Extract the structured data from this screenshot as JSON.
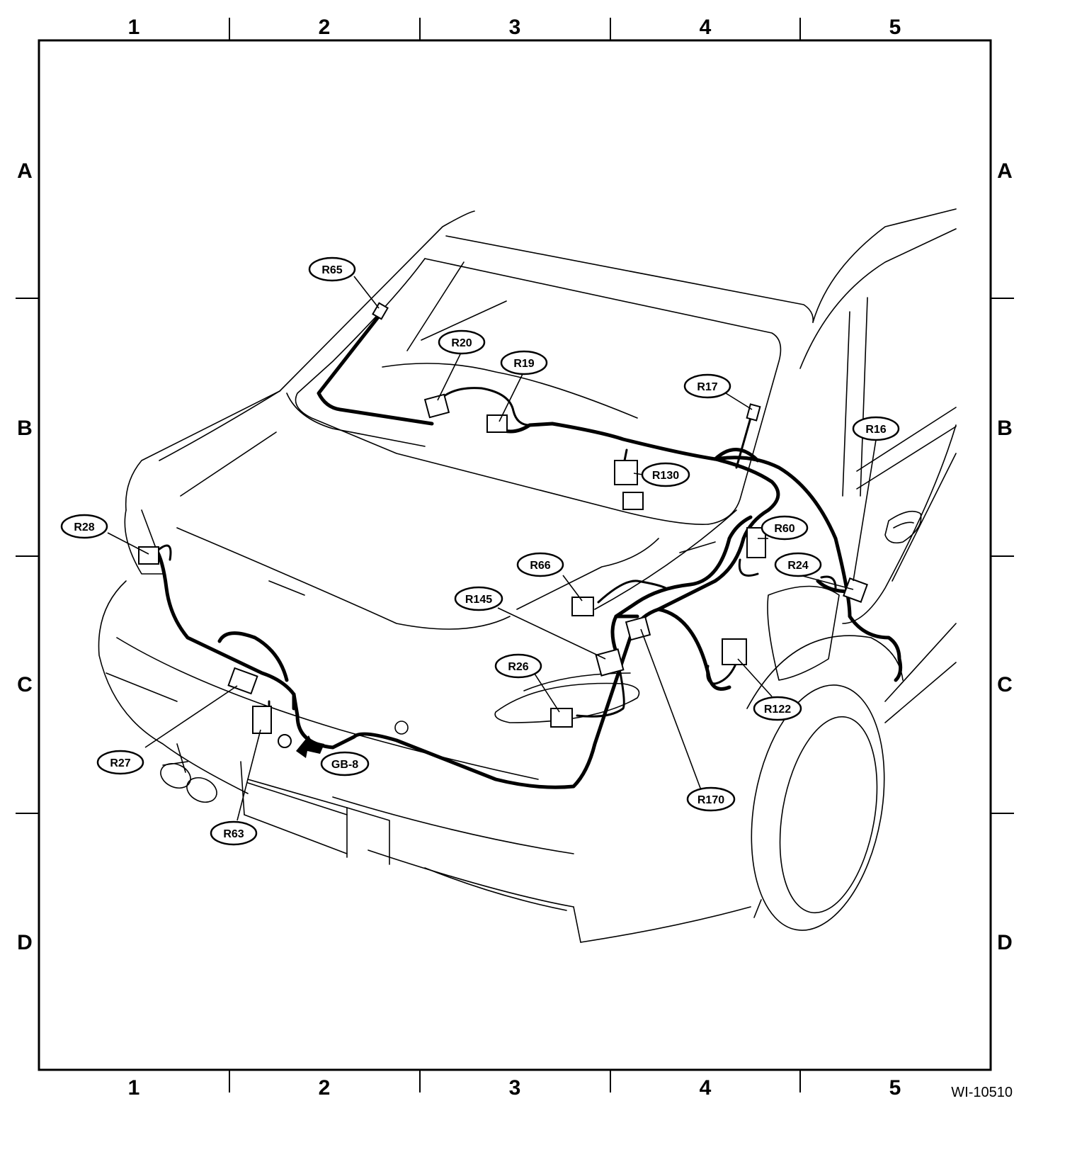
{
  "grid": {
    "columns": [
      "1",
      "2",
      "3",
      "4",
      "5"
    ],
    "rows": [
      "A",
      "B",
      "C",
      "D"
    ]
  },
  "connectors": [
    "R65",
    "R20",
    "R19",
    "R17",
    "R16",
    "R28",
    "R130",
    "R60",
    "R66",
    "R24",
    "R145",
    "R26",
    "R122",
    "R27",
    "GB-8",
    "R170",
    "R63"
  ],
  "figure_ref": "WI-10510",
  "colors": {
    "line": "#000000",
    "background": "#ffffff"
  }
}
